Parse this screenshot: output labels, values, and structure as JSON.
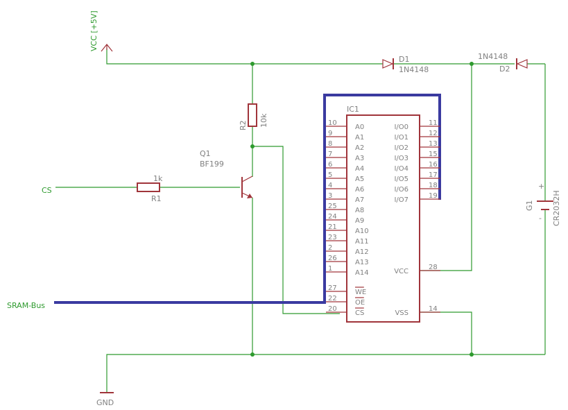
{
  "nets": {
    "vcc": "VCC [+5V]",
    "gnd": "GND",
    "cs": "CS",
    "sram_bus": "SRAM-Bus"
  },
  "parts": {
    "d1": {
      "name": "D1",
      "value": "1N4148"
    },
    "d2": {
      "name": "D2",
      "value": "1N4148"
    },
    "r1": {
      "name": "R1",
      "value": "1k"
    },
    "r2": {
      "name": "R2",
      "value": "10k"
    },
    "q1": {
      "name": "Q1",
      "value": "BF199"
    },
    "g1": {
      "name": "G1",
      "value": "CR2032H",
      "plus": "+",
      "minus": "-"
    },
    "ic1": {
      "name": "IC1",
      "left_pins": [
        {
          "num": "10",
          "label": "A0"
        },
        {
          "num": "9",
          "label": "A1"
        },
        {
          "num": "8",
          "label": "A2"
        },
        {
          "num": "7",
          "label": "A3"
        },
        {
          "num": "6",
          "label": "A4"
        },
        {
          "num": "5",
          "label": "A5"
        },
        {
          "num": "4",
          "label": "A6"
        },
        {
          "num": "3",
          "label": "A7"
        },
        {
          "num": "25",
          "label": "A8"
        },
        {
          "num": "24",
          "label": "A9"
        },
        {
          "num": "21",
          "label": "A10"
        },
        {
          "num": "23",
          "label": "A11"
        },
        {
          "num": "2",
          "label": "A12"
        },
        {
          "num": "26",
          "label": "A13"
        },
        {
          "num": "1",
          "label": "A14"
        }
      ],
      "ctrl_pins": [
        {
          "num": "27",
          "label": "WE"
        },
        {
          "num": "22",
          "label": "OE"
        },
        {
          "num": "20",
          "label": "CS"
        }
      ],
      "right_pins": [
        {
          "num": "11",
          "label": "I/O0"
        },
        {
          "num": "12",
          "label": "I/O1"
        },
        {
          "num": "13",
          "label": "I/O2"
        },
        {
          "num": "15",
          "label": "I/O3"
        },
        {
          "num": "16",
          "label": "I/O4"
        },
        {
          "num": "17",
          "label": "I/O5"
        },
        {
          "num": "18",
          "label": "I/O6"
        },
        {
          "num": "19",
          "label": "I/O7"
        }
      ],
      "power_pins": [
        {
          "num": "28",
          "label": "VCC"
        },
        {
          "num": "14",
          "label": "VSS"
        }
      ]
    }
  },
  "colors": {
    "wire": "#2e9a2e",
    "bus": "#3a3aa0",
    "part": "#a0343a",
    "pin_text": "#808080"
  }
}
